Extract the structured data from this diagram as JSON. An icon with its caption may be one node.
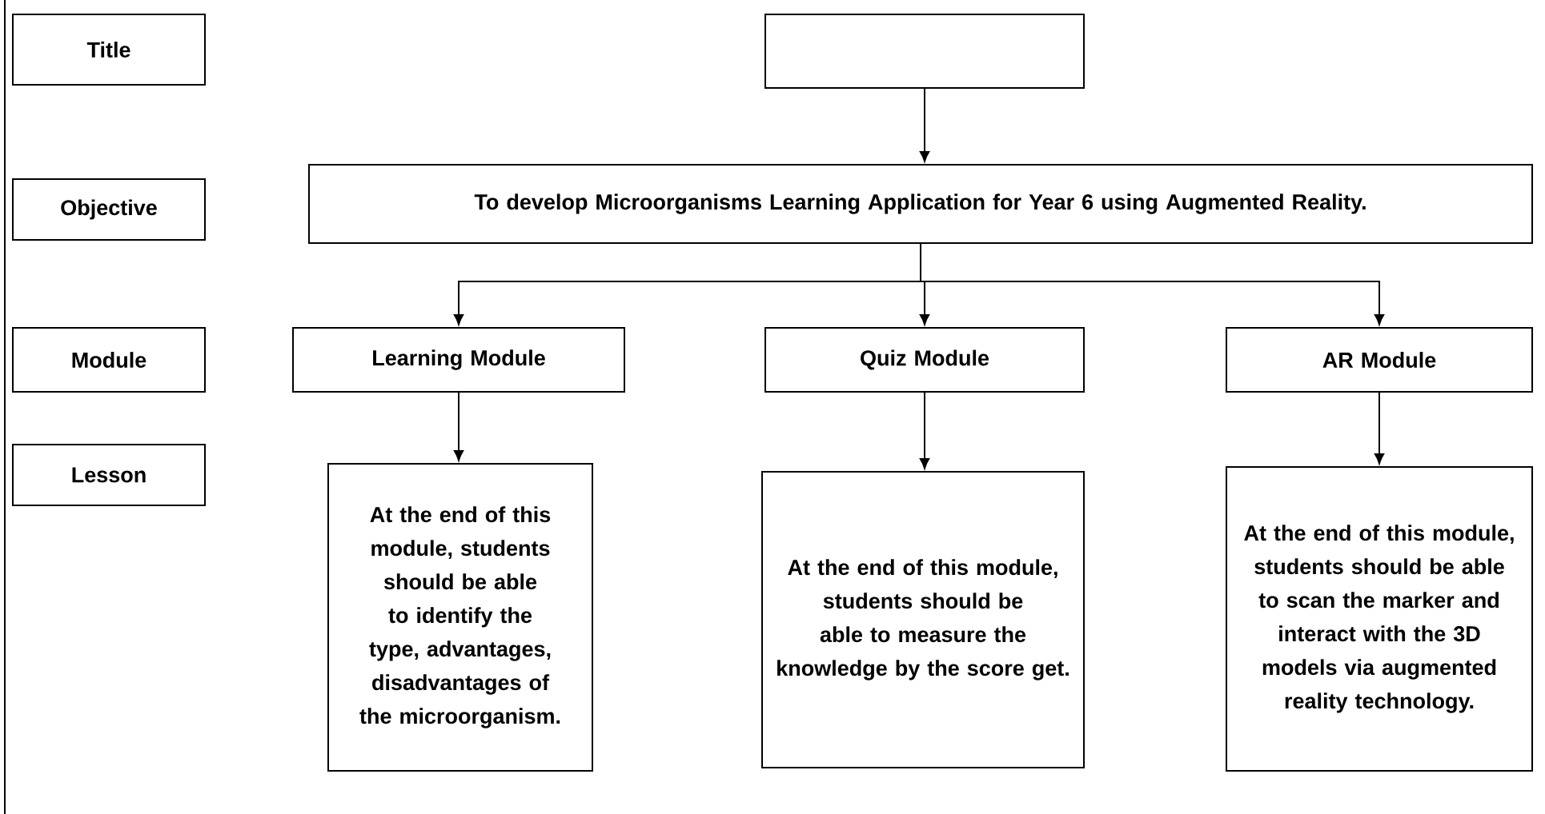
{
  "diagram": {
    "nodes": [
      {
        "text": [
          "Title"
        ]
      },
      {
        "text": [],
        "shape": "box"
      },
      {
        "text": [
          "Objective"
        ]
      },
      {
        "text": [
          "To develop Microorganisms Learning Application for Year 6 using Augmented Reality."
        ]
      },
      {
        "text": [
          "Module"
        ]
      },
      {
        "text": [
          "Learning Module"
        ]
      },
      {
        "text": [
          "Quiz Module"
        ]
      },
      {
        "text": [
          "AR Module"
        ]
      },
      {
        "text": [
          "Lesson"
        ]
      },
      {
        "text": [
          "At the end of this module, students should be able to identify the type, advantages, disadvantages of the microorganism."
        ]
      },
      {
        "text": [
          "At the end of this module, students should be able to measure the knowledge by the score get."
        ]
      },
      {
        "text": [
          "At the end of this module, students should be able to scan the marker and interact with the 3D models via augmented reality technology."
        ]
      }
    ],
    "edges": [
      {
        "from": 1,
        "to": 3,
        "arrow": "to"
      },
      {
        "from": 3,
        "to": 5,
        "arrow": "to"
      },
      {
        "from": 3,
        "to": 6,
        "arrow": "to"
      },
      {
        "from": 3,
        "to": 7,
        "arrow": "to"
      },
      {
        "from": 5,
        "to": 9,
        "arrow": "to"
      },
      {
        "from": 6,
        "to": 10,
        "arrow": "to"
      },
      {
        "from": 7,
        "to": 11,
        "arrow": "to"
      }
    ]
  }
}
